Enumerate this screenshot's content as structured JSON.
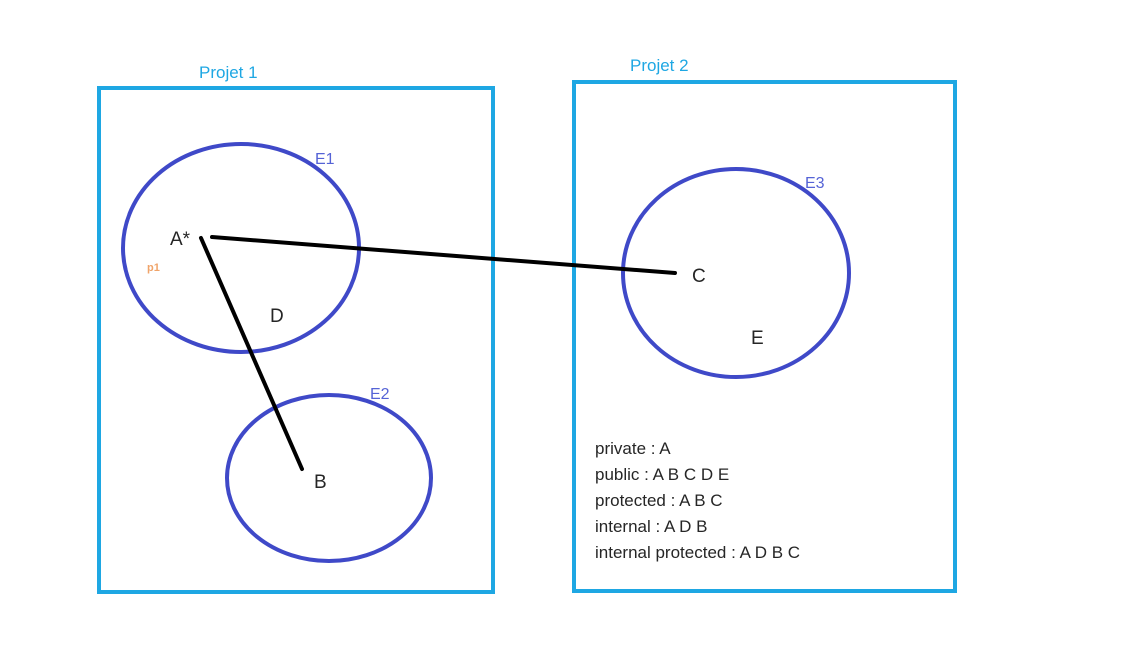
{
  "projects": [
    {
      "id": "projet1",
      "label": "Projet 1"
    },
    {
      "id": "projet2",
      "label": "Projet 2"
    }
  ],
  "ensembles": [
    {
      "id": "e1",
      "label": "E1"
    },
    {
      "id": "e2",
      "label": "E2"
    },
    {
      "id": "e3",
      "label": "E3"
    }
  ],
  "nodes": {
    "a": "A*",
    "p1": "p1",
    "d": "D",
    "b": "B",
    "c": "C",
    "e": "E"
  },
  "access_rules": [
    "private : A",
    "public : A B C D E",
    "protected : A B C",
    "internal : A D B",
    "internal protected : A D B C"
  ],
  "colors": {
    "project_border": "#1ea7e3",
    "ensemble_border": "#3f49c8",
    "link": "#000000"
  }
}
